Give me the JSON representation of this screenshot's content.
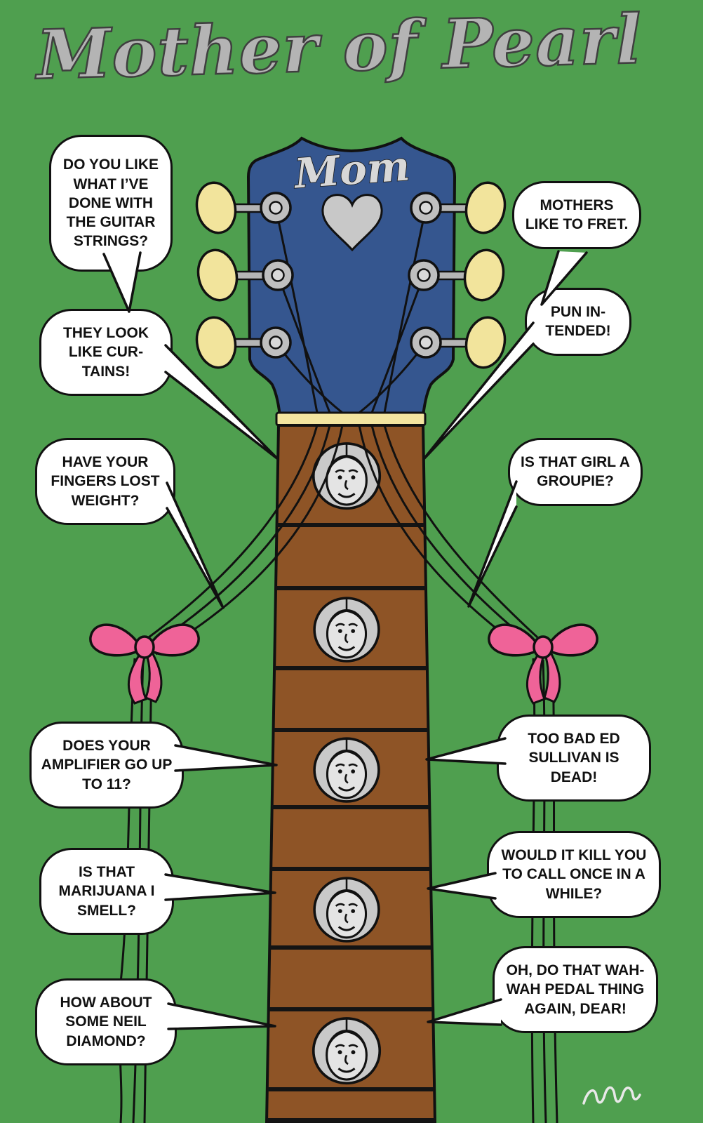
{
  "title": "Mother of Pearl",
  "headstock": {
    "label": "Mom"
  },
  "bubbles": [
    {
      "side": "left",
      "text": "DO YOU LIKE WHAT I’VE DONE WITH THE GUITAR STRINGS?"
    },
    {
      "side": "left",
      "text": "THEY LOOK LIKE CUR-TAINS!"
    },
    {
      "side": "left",
      "text": "HAVE YOUR FINGERS LOST WEIGHT?"
    },
    {
      "side": "left",
      "text": "DOES YOUR AMPLIFIER GO UP TO 11?"
    },
    {
      "side": "left",
      "text": "IS THAT MARIJUANA I SMELL?"
    },
    {
      "side": "left",
      "text": "HOW ABOUT SOME NEIL DIAMOND?"
    },
    {
      "side": "right",
      "text": "MOTHERS LIKE TO FRET."
    },
    {
      "side": "right",
      "text": "PUN IN-TENDED!"
    },
    {
      "side": "right",
      "text": "IS THAT GIRL A GROUPIE?"
    },
    {
      "side": "right",
      "text": "TOO BAD ED SULLIVAN IS DEAD!"
    },
    {
      "side": "right",
      "text": "WOULD IT KILL YOU TO CALL ONCE IN A WHILE?"
    },
    {
      "side": "right",
      "text": "OH, DO THAT WAH-WAH PEDAL THING AGAIN, DEAR!"
    }
  ],
  "illustration": {
    "subject": "guitar headstock and neck drawn as a mother",
    "fret_inlays": {
      "type": "mother-face",
      "count": 5
    },
    "heart_inlay": true,
    "tuning_pegs": 6,
    "string_bows": {
      "count": 2,
      "color_name": "pink"
    }
  },
  "colors": {
    "background": "#4f9f4f",
    "headstock_blue": "#35568f",
    "fretboard_brown": "#8e5426",
    "bow_pink": "#ef6398",
    "peg_button_yellow": "#f2e49c",
    "nut_yellow": "#f3e5a0",
    "title_gray": "#b4b4b4",
    "bubble_background": "#ffffff",
    "outline_black": "#111111"
  }
}
